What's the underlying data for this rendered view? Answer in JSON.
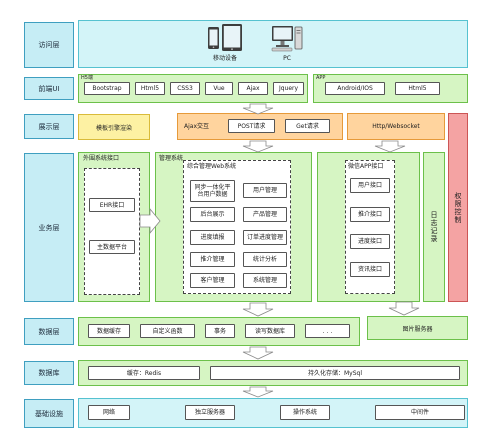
{
  "colors": {
    "label-fill": "#c6edf5",
    "label-border": "#3f9fc0",
    "green-fill": "#d6f5c3",
    "green-border": "#6cc04a",
    "cyan-fill": "#d3f4f8",
    "cyan-border": "#56c2d0",
    "yellow-fill": "#fdf1a3",
    "yellow-border": "#d9bb3a",
    "orange-fill": "#ffd49e",
    "orange-border": "#e69a3a",
    "red-fill": "#f4a3a3",
    "red-border": "#cc5555"
  },
  "layers": {
    "access": "访问层",
    "frontend": "前端UI",
    "display": "展示层",
    "business": "业务层",
    "data": "数据层",
    "database": "数据库",
    "infra": "基础设施"
  },
  "access": {
    "mobile_label": "移动设备",
    "pc_label": "PC",
    "icons": [
      "mobile-devices-icon",
      "pc-icon"
    ]
  },
  "frontend": {
    "web": {
      "title": "H5端",
      "items": [
        "Bootstrap",
        "Html5",
        "CSS3",
        "Vue",
        "Ajax",
        "Jquery"
      ]
    },
    "app": {
      "title": "APP",
      "items": [
        "Android/IOS",
        "Html5"
      ]
    }
  },
  "display": {
    "template": "模板引擎渲染",
    "ajax": {
      "title": "Ajax交互",
      "items": [
        "POST请求",
        "Get请求"
      ]
    },
    "http": "Http/Websocket"
  },
  "permission": "权限控制",
  "business": {
    "external": {
      "title": "外围系统接口",
      "items": [
        "EHR接口",
        "主数据平台"
      ]
    },
    "mgmt": {
      "title": "管理系统",
      "sub_title": "综合管理Web系统",
      "items": [
        "同步一体化平台用户数据",
        "用户管理",
        "后台展示",
        "产品管理",
        "进度填报",
        "订单进度管理",
        "推介管理",
        "统计分析",
        "客户管理",
        "系统管理"
      ]
    },
    "wechat": {
      "title": "微信APP接口",
      "items": [
        "用户接口",
        "推介接口",
        "进度接口",
        "资讯接口"
      ]
    },
    "log": "日志记录"
  },
  "data": {
    "items": [
      "数据缓存",
      "自定义函数",
      "事务",
      "读写数据库",
      ". . ."
    ],
    "image_server": "图片服务器"
  },
  "database": {
    "items": [
      "缓存：Redis",
      "持久化存储：MySql"
    ]
  },
  "infra": {
    "items": [
      "网络",
      "独立服务器",
      "操作系统",
      "中间件"
    ]
  }
}
